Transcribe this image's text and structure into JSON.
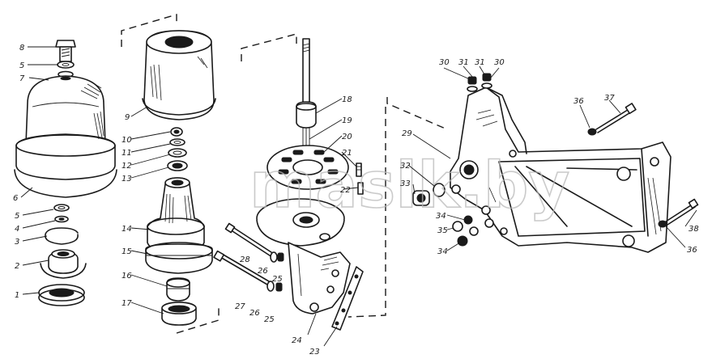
{
  "watermark": "maslk.by",
  "callouts": [
    {
      "id": "c8",
      "text": "8"
    },
    {
      "id": "c5a",
      "text": "5"
    },
    {
      "id": "c7",
      "text": "7"
    },
    {
      "id": "c6",
      "text": "6"
    },
    {
      "id": "c5b",
      "text": "5"
    },
    {
      "id": "c4",
      "text": "4"
    },
    {
      "id": "c3",
      "text": "3"
    },
    {
      "id": "c2",
      "text": "2"
    },
    {
      "id": "c1",
      "text": "1"
    },
    {
      "id": "c9",
      "text": "9"
    },
    {
      "id": "c10",
      "text": "10"
    },
    {
      "id": "c11",
      "text": "11"
    },
    {
      "id": "c12",
      "text": "12"
    },
    {
      "id": "c13",
      "text": "13"
    },
    {
      "id": "c14",
      "text": "14"
    },
    {
      "id": "c15",
      "text": "15"
    },
    {
      "id": "c16",
      "text": "16"
    },
    {
      "id": "c17",
      "text": "17"
    },
    {
      "id": "c18",
      "text": "18"
    },
    {
      "id": "c19",
      "text": "19"
    },
    {
      "id": "c20",
      "text": "20"
    },
    {
      "id": "c21",
      "text": "21"
    },
    {
      "id": "c22",
      "text": "22"
    },
    {
      "id": "c28",
      "text": "28"
    },
    {
      "id": "c26a",
      "text": "26"
    },
    {
      "id": "c25a",
      "text": "25"
    },
    {
      "id": "c27",
      "text": "27"
    },
    {
      "id": "c26b",
      "text": "26"
    },
    {
      "id": "c25b",
      "text": "25"
    },
    {
      "id": "c24",
      "text": "24"
    },
    {
      "id": "c23",
      "text": "23"
    },
    {
      "id": "c29",
      "text": "29"
    },
    {
      "id": "c30a",
      "text": "30"
    },
    {
      "id": "c31a",
      "text": "31"
    },
    {
      "id": "c31b",
      "text": "31"
    },
    {
      "id": "c30b",
      "text": "30"
    },
    {
      "id": "c36a",
      "text": "36"
    },
    {
      "id": "c37",
      "text": "37"
    },
    {
      "id": "c32",
      "text": "32"
    },
    {
      "id": "c33",
      "text": "33"
    },
    {
      "id": "c34a",
      "text": "34"
    },
    {
      "id": "c35",
      "text": "35"
    },
    {
      "id": "c34b",
      "text": "34"
    },
    {
      "id": "c38",
      "text": "38"
    },
    {
      "id": "c36b",
      "text": "36"
    }
  ]
}
